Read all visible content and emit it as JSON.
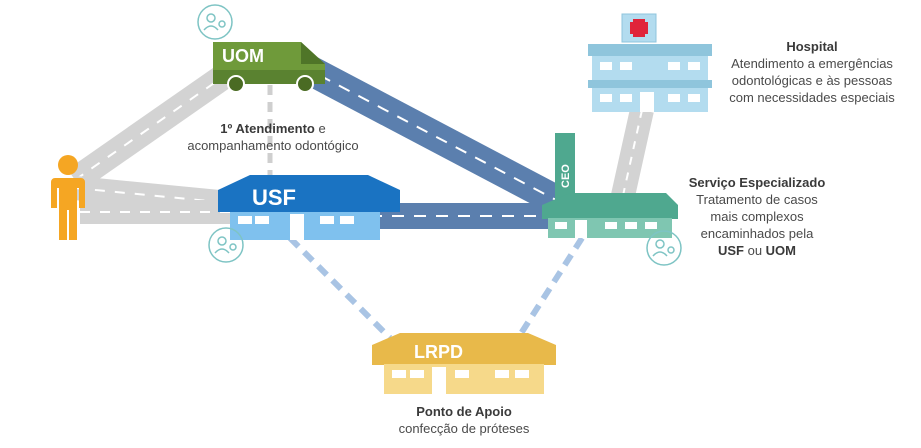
{
  "nodes": {
    "uom": {
      "label": "UOM"
    },
    "usf": {
      "label": "USF"
    },
    "ceo": {
      "label": "CEO"
    },
    "lrpd": {
      "label": "LRPD"
    }
  },
  "labels": {
    "first_care": {
      "bold": "1º Atendimento",
      "rest": " e",
      "line2": "acompanhamento odontógico"
    },
    "hospital": {
      "title": "Hospital",
      "line1": "Atendimento a emergências",
      "line2": "odontológicas e às pessoas",
      "line3": "com necessidades especiais"
    },
    "specialized": {
      "title": "Serviço Especializado",
      "line1": "Tratamento de casos",
      "line2": "mais complexos",
      "line3": "encaminhados pela",
      "usf": "USF",
      "or": " ou ",
      "uom": "UOM"
    },
    "support": {
      "title": "Ponto de Apoio",
      "line1": "confecção de próteses"
    }
  },
  "colors": {
    "road_gray": "#d9d9d9",
    "road_blue": "#5b7fae",
    "uom_green": "#6f9a3a",
    "usf_blue": "#1a73c2",
    "ceo_teal": "#4fa88f",
    "lrpd_gold": "#e8b94a",
    "hospital_blue": "#8fc5dc",
    "person_orange": "#f5a623",
    "dash_blue": "#a9c4e4"
  },
  "icons": [
    "person-icon",
    "dental-care-icon",
    "hospital-cross-icon"
  ]
}
